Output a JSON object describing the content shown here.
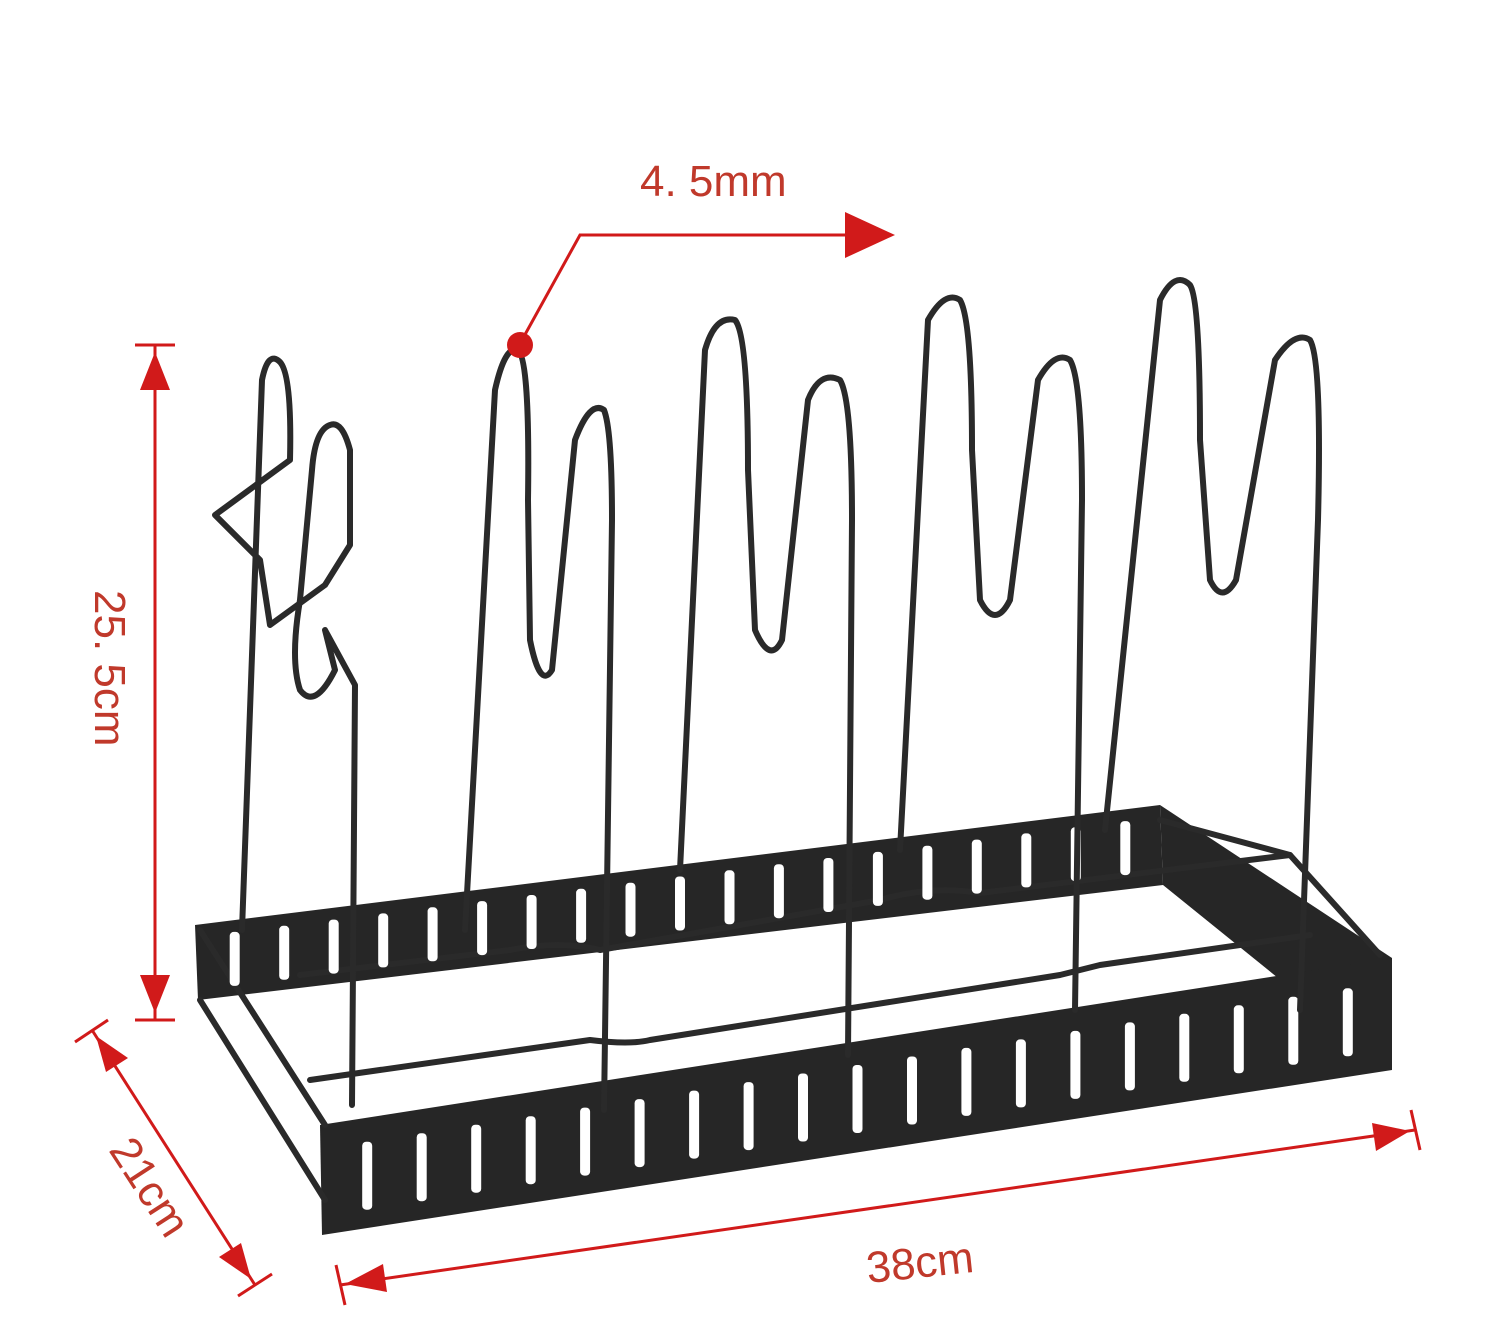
{
  "diagram": {
    "labels": {
      "wire_diameter": "4. 5mm",
      "height": "25. 5cm",
      "depth": "21cm",
      "width": "38cm"
    },
    "colors": {
      "dimension": "#d11a1a",
      "label": "#c0392b",
      "product": "#262626",
      "background": "#ffffff"
    }
  }
}
